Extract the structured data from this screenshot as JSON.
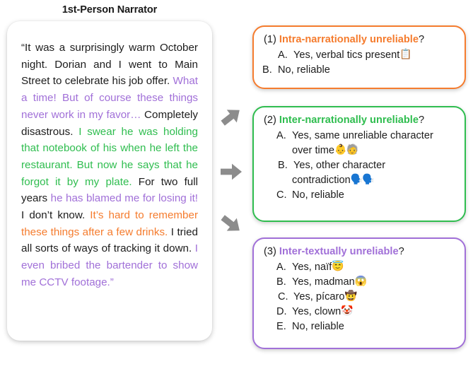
{
  "narrator": {
    "title": "1st-Person Narrator",
    "colors": {
      "purple": "#a170d8",
      "green": "#2fbd4f",
      "orange": "#f57c2e",
      "black": "#1c1c1c"
    },
    "segments": [
      {
        "text": "“It was a surprisingly warm October night. Dorian and I went to Main Street to celebrate his job offer. ",
        "color": "black"
      },
      {
        "text": "What a time! But of course these things never work in my favor… ",
        "color": "purple"
      },
      {
        "text": "Completely disastrous. ",
        "color": "black"
      },
      {
        "text": "I swear he was holding that notebook of his when he left the restaurant. But now he says that he forgot it by my plate. ",
        "color": "green"
      },
      {
        "text": "For two full years ",
        "color": "black"
      },
      {
        "text": "he has blamed me for losing it! ",
        "color": "purple"
      },
      {
        "text": "I don’t know. ",
        "color": "black"
      },
      {
        "text": "It’s hard to remember these things after a few drinks. ",
        "color": "orange"
      },
      {
        "text": "I tried all sorts of ways of tracking it down. ",
        "color": "black"
      },
      {
        "text": "I even bribed the bartender to show me CCTV footage.”",
        "color": "purple"
      }
    ]
  },
  "arrows": [
    {
      "name": "arrow-to-question-1"
    },
    {
      "name": "arrow-to-question-2"
    },
    {
      "name": "arrow-to-question-3"
    }
  ],
  "questions": [
    {
      "number": "(1)",
      "topic": "Intra-narrationally unreliable",
      "question_mark": "?",
      "accent": "#f57c2e",
      "options": [
        {
          "letter": "A.",
          "text": "Yes, verbal tics present",
          "emoji": "📋",
          "checked": true,
          "indent": false
        },
        {
          "letter": "B.",
          "text": "No, reliable",
          "emoji": "",
          "checked": false,
          "indent": false
        }
      ]
    },
    {
      "number": "(2)",
      "topic": "Inter-narrationally unreliable",
      "question_mark": "?",
      "accent": "#2fbd4f",
      "options": [
        {
          "letter": "A.",
          "text": "Yes, same unreliable character",
          "emoji": "",
          "checked": false,
          "indent": true
        },
        {
          "letter": "",
          "text": "over time",
          "emoji": "👶🧓",
          "checked": false,
          "indent": true,
          "continuation": true
        },
        {
          "letter": "B.",
          "text": "Yes, other character",
          "emoji": "",
          "checked": true,
          "indent": false
        },
        {
          "letter": "",
          "text": "contradiction",
          "emoji": "🗣️🗣️",
          "checked": false,
          "indent": true,
          "continuation": true
        },
        {
          "letter": "C.",
          "text": "No, reliable",
          "emoji": "",
          "checked": false,
          "indent": true
        }
      ]
    },
    {
      "number": "(3)",
      "topic": "Inter-textually unreliable",
      "question_mark": "?",
      "accent": "#a170d8",
      "options": [
        {
          "letter": "A.",
          "text": "Yes, naïf",
          "emoji": "😇",
          "checked": false,
          "indent": true
        },
        {
          "letter": "B.",
          "text": "Yes, madman",
          "emoji": "😱",
          "checked": false,
          "indent": true
        },
        {
          "letter": "C.",
          "text": "Yes, pícaro",
          "emoji": "🤠",
          "checked": true,
          "indent": false
        },
        {
          "letter": "D.",
          "text": "Yes, clown",
          "emoji": "🤡",
          "checked": false,
          "indent": true
        },
        {
          "letter": "E.",
          "text": "No, reliable",
          "emoji": "",
          "checked": false,
          "indent": true
        }
      ]
    }
  ]
}
